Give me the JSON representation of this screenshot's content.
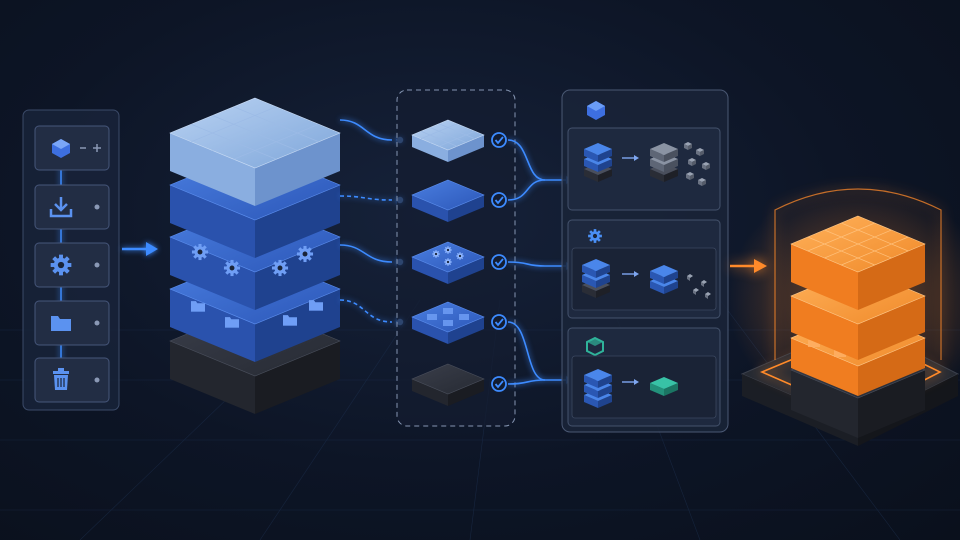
{
  "colors": {
    "background": "#0d1526",
    "accent_blue": "#3d8bff",
    "layer_light": "#8fb3e3",
    "layer_mid": "#2f5fc4",
    "layer_dark": "#2a2d36",
    "accent_orange": "#ff8a2a",
    "check_blue": "#3d8bff",
    "teal": "#2fb39a"
  },
  "toolbar": {
    "items": [
      {
        "icon": "cube-icon",
        "extra": "minus-plus"
      },
      {
        "icon": "download-icon",
        "extra": "dot"
      },
      {
        "icon": "gear-icon",
        "extra": "dot"
      },
      {
        "icon": "folder-icon",
        "extra": "dot"
      },
      {
        "icon": "trash-icon",
        "extra": "dot"
      }
    ]
  },
  "source_stack": {
    "layers": [
      "grid-top-layer",
      "plain-layer",
      "gear-layer",
      "folder-layer",
      "dark-base-layer"
    ]
  },
  "split_layers": {
    "items": [
      {
        "name": "grid-layer",
        "status": "check-icon"
      },
      {
        "name": "plain-layer",
        "status": "check-icon"
      },
      {
        "name": "gear-layer",
        "status": "check-icon"
      },
      {
        "name": "folder-layer",
        "status": "check-icon"
      },
      {
        "name": "dark-layer",
        "status": "check-icon"
      }
    ]
  },
  "process_panel": {
    "header_icon": "cube-icon",
    "sections": [
      {
        "icon": "cube-icon",
        "output": "scattered-blocks"
      },
      {
        "icon": "gear-icon",
        "output": "reduced-stack"
      },
      {
        "icon": "box-outline-icon",
        "output": "teal-block"
      }
    ]
  },
  "result_stack": {
    "icon": "orange-stack",
    "layers": [
      "orange-grid-layer",
      "orange-plain-layer",
      "orange-folder-layer",
      "dark-base-layer"
    ]
  }
}
